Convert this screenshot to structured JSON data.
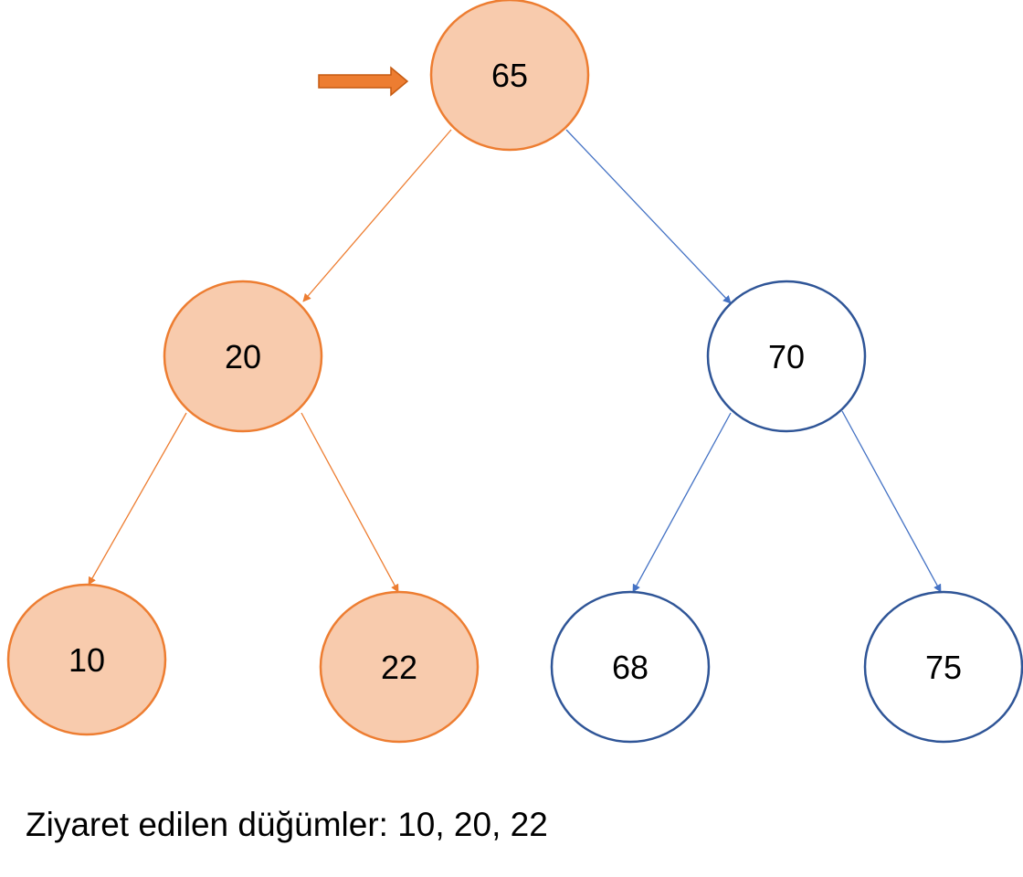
{
  "colors": {
    "visited_fill": "#f8cbad",
    "visited_stroke": "#ed7d31",
    "unvisited_fill": "#ffffff",
    "unvisited_stroke": "#2f5597",
    "edge_visited": "#ed7d31",
    "edge_unvisited": "#4472c4",
    "pointer_arrow": "#ed7d31"
  },
  "nodes": [
    {
      "id": "n65",
      "label": "65",
      "state": "visited"
    },
    {
      "id": "n20",
      "label": "20",
      "state": "visited"
    },
    {
      "id": "n70",
      "label": "70",
      "state": "unvisited"
    },
    {
      "id": "n10",
      "label": "10",
      "state": "visited"
    },
    {
      "id": "n22",
      "label": "22",
      "state": "visited"
    },
    {
      "id": "n68",
      "label": "68",
      "state": "unvisited"
    },
    {
      "id": "n75",
      "label": "75",
      "state": "unvisited"
    }
  ],
  "edges": [
    {
      "from": "n65",
      "to": "n20",
      "state": "visited"
    },
    {
      "from": "n65",
      "to": "n70",
      "state": "unvisited"
    },
    {
      "from": "n20",
      "to": "n10",
      "state": "visited"
    },
    {
      "from": "n20",
      "to": "n22",
      "state": "visited"
    },
    {
      "from": "n70",
      "to": "n68",
      "state": "unvisited"
    },
    {
      "from": "n70",
      "to": "n75",
      "state": "unvisited"
    }
  ],
  "pointer": {
    "target": "n65",
    "icon": "right-arrow-icon"
  },
  "caption": "Ziyaret edilen düğümler: 10, 20, 22"
}
